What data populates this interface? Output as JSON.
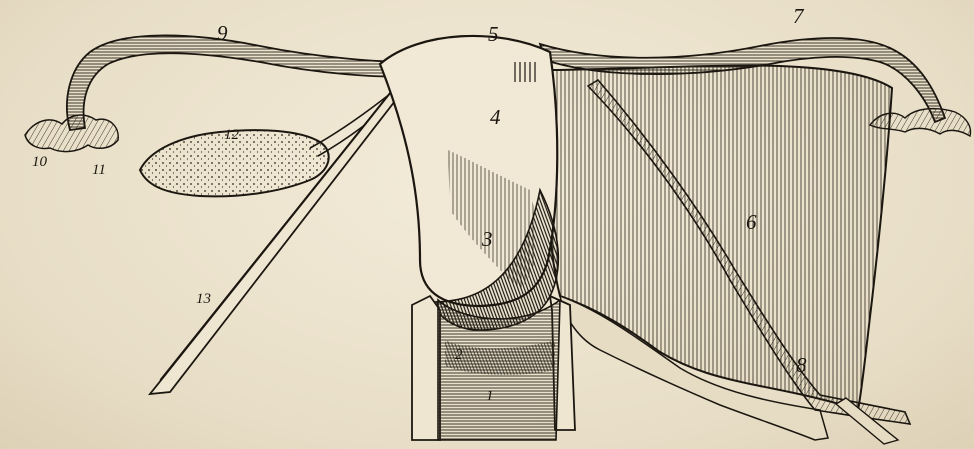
{
  "figure": {
    "labels": [
      {
        "id": "1",
        "text": "1"
      },
      {
        "id": "2",
        "text": "2"
      },
      {
        "id": "3",
        "text": "3"
      },
      {
        "id": "4",
        "text": "4"
      },
      {
        "id": "5",
        "text": "5"
      },
      {
        "id": "6",
        "text": "6"
      },
      {
        "id": "7",
        "text": "7"
      },
      {
        "id": "8",
        "text": "8"
      },
      {
        "id": "9",
        "text": "9"
      },
      {
        "id": "10",
        "text": "10"
      },
      {
        "id": "11",
        "text": "11"
      },
      {
        "id": "12",
        "text": "12"
      },
      {
        "id": "13",
        "text": "13"
      }
    ]
  },
  "colors": {
    "paper": "#ece3cf",
    "ink": "#1b1710"
  }
}
